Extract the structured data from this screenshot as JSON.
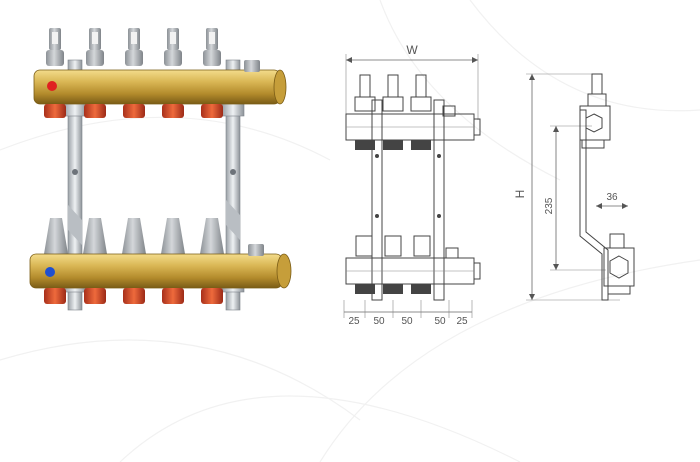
{
  "drawing": {
    "width_label": "W",
    "height_label": "H",
    "height_dim": "235",
    "offset_dim": "36",
    "spacing_dims": [
      "25",
      "50",
      "50",
      "50",
      "25"
    ]
  },
  "colors": {
    "brass": "#c9a441",
    "brass_dark": "#8f6f1e",
    "cap_orange": "#d8452a",
    "cap_grey": "#a7acb1",
    "bracket_steel": "#c3c8cd",
    "hot_marker": "#e02020",
    "cold_marker": "#1f4fd0"
  }
}
